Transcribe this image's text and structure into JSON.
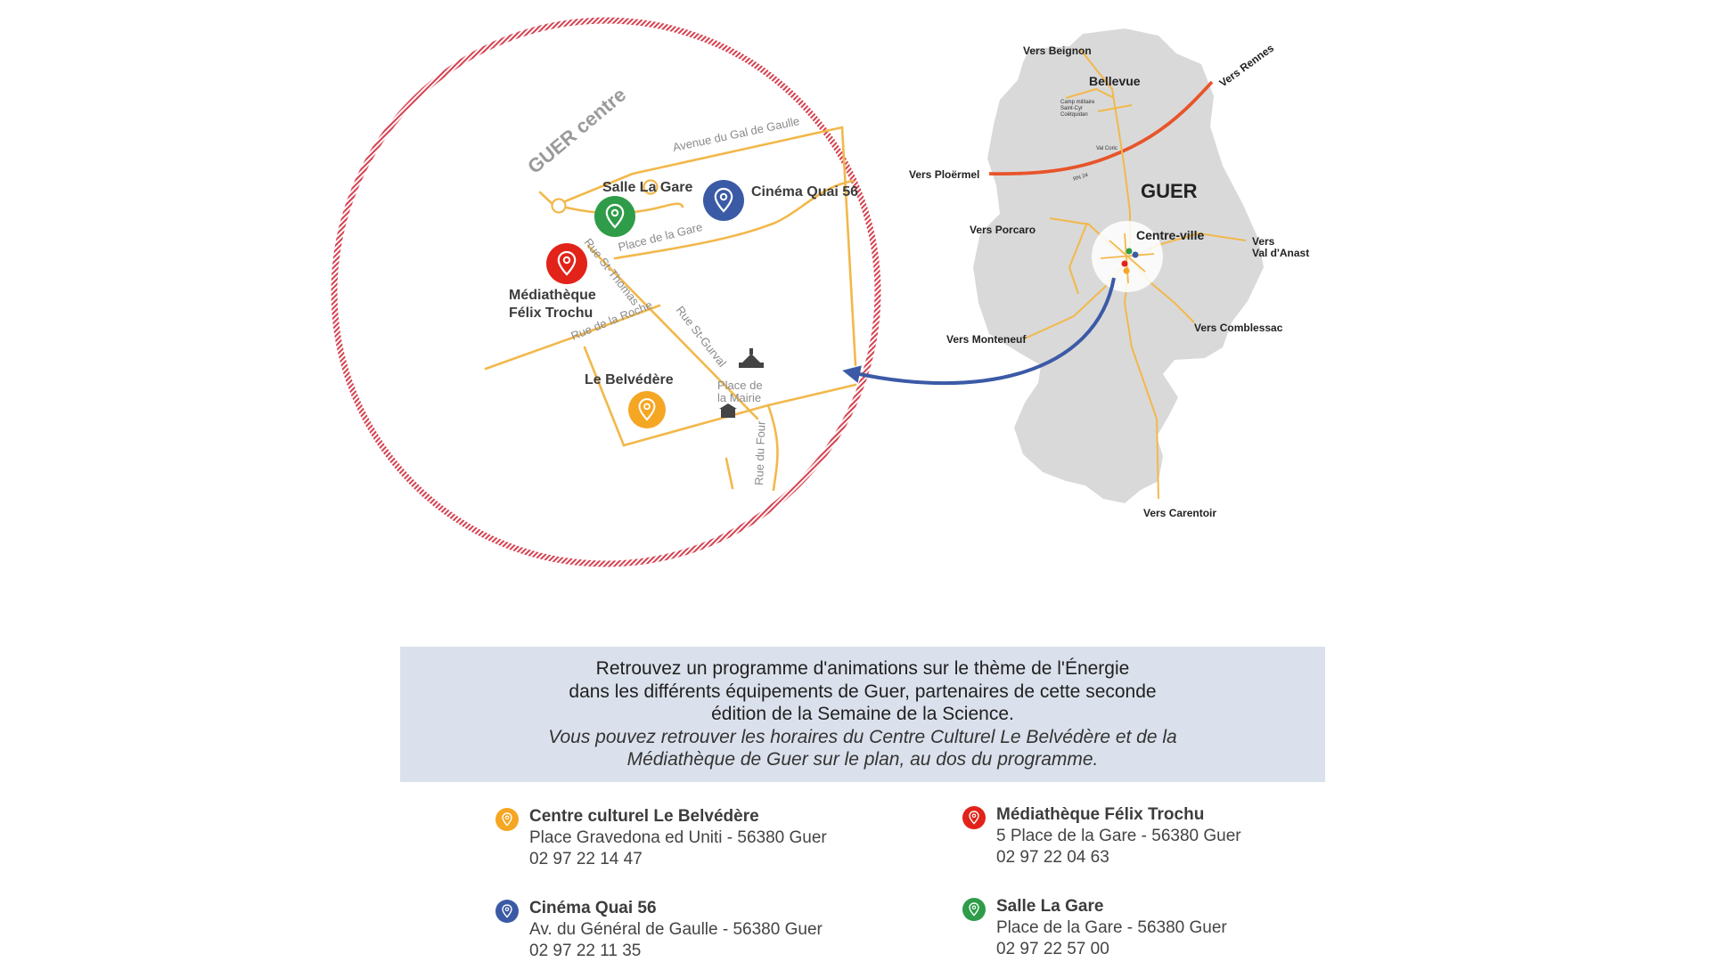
{
  "map": {
    "circle_title": "GUER centre",
    "streets": {
      "avenue_gaulle": "Avenue du Gal de Gaulle",
      "place_gare": "Place de la Gare",
      "rue_st_thomas": "Rue St-Thomas",
      "rue_roche": "Rue de la Roche",
      "rue_st_gurval": "Rue St-Gurval",
      "place_mairie_1": "Place de",
      "place_mairie_2": "la Mairie",
      "rue_four": "Rue du Four"
    },
    "places": {
      "salle_gare": "Salle La Gare",
      "cinema": "Cinéma Quai 56",
      "mediatheque_1": "Médiathèque",
      "mediatheque_2": "Félix Trochu",
      "belvedere": "Le Belvédère"
    },
    "region": {
      "town": "GUER",
      "centre_ville": "Centre-ville",
      "bellevue": "Bellevue",
      "camp_1": "Camp militaire",
      "camp_2": "Saint-Cyr",
      "camp_3": "Coëtquidan",
      "val_coric": "Val Coric",
      "rn24": "RN 24",
      "vers_beignon": "Vers Beignon",
      "vers_rennes": "Vers Rennes",
      "vers_ploermel": "Vers Ploërmel",
      "vers_porcaro": "Vers Porcaro",
      "vers_val_1": "Vers",
      "vers_val_2": "Val d'Anast",
      "vers_monteneuf": "Vers Monteneuf",
      "vers_comblessac": "Vers Comblessac",
      "vers_carentoir": "Vers Carentoir"
    },
    "colors": {
      "orange": "#f5a623",
      "blue": "#3b5aa6",
      "green": "#2e9c48",
      "red": "#e2231a",
      "road": "#f2b84b",
      "highway": "#e8542a",
      "region_fill": "#d9d9d9",
      "circle_stroke": "#d6404f"
    }
  },
  "info": {
    "line1": "Retrouvez un programme d'animations sur le thème de l'Énergie",
    "line2": "dans les différents équipements de Guer, partenaires de cette seconde",
    "line3": "édition de la Semaine de la Science.",
    "line4": "Vous pouvez retrouver les horaires du Centre Culturel Le Belvédère et de la",
    "line5": "Médiathèque de Guer sur le plan, au dos du programme."
  },
  "venues": [
    {
      "name": "Centre culturel Le Belvédère",
      "address": "Place Gravedona ed Uniti - 56380 Guer",
      "phone": "02 97 22 14 47",
      "color": "orange"
    },
    {
      "name": "Médiathèque Félix Trochu",
      "address": "5 Place de la Gare - 56380 Guer",
      "phone": "02 97 22 04 63",
      "color": "red"
    },
    {
      "name": "Cinéma Quai 56",
      "address": "Av. du Général de Gaulle - 56380 Guer",
      "phone": "02 97 22 11 35",
      "color": "blue"
    },
    {
      "name": "Salle La Gare",
      "address": "Place de la Gare - 56380 Guer",
      "phone": "02 97 22 57 00",
      "color": "green"
    }
  ]
}
